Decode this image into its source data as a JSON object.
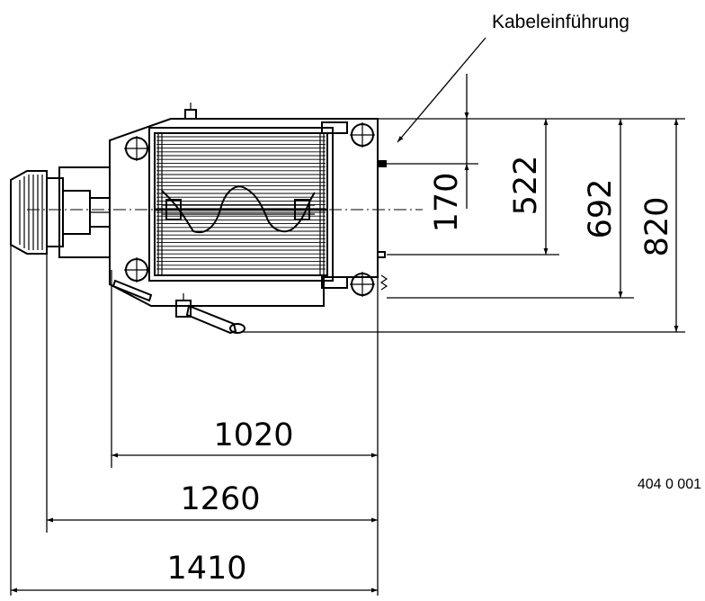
{
  "annotation": {
    "cable_entry": "Kabeleinführung"
  },
  "drawing_number": "404 0 001",
  "dimensions": {
    "horizontal": [
      "1020",
      "1260",
      "1410"
    ],
    "vertical": [
      "170",
      "522",
      "692",
      "820"
    ]
  }
}
